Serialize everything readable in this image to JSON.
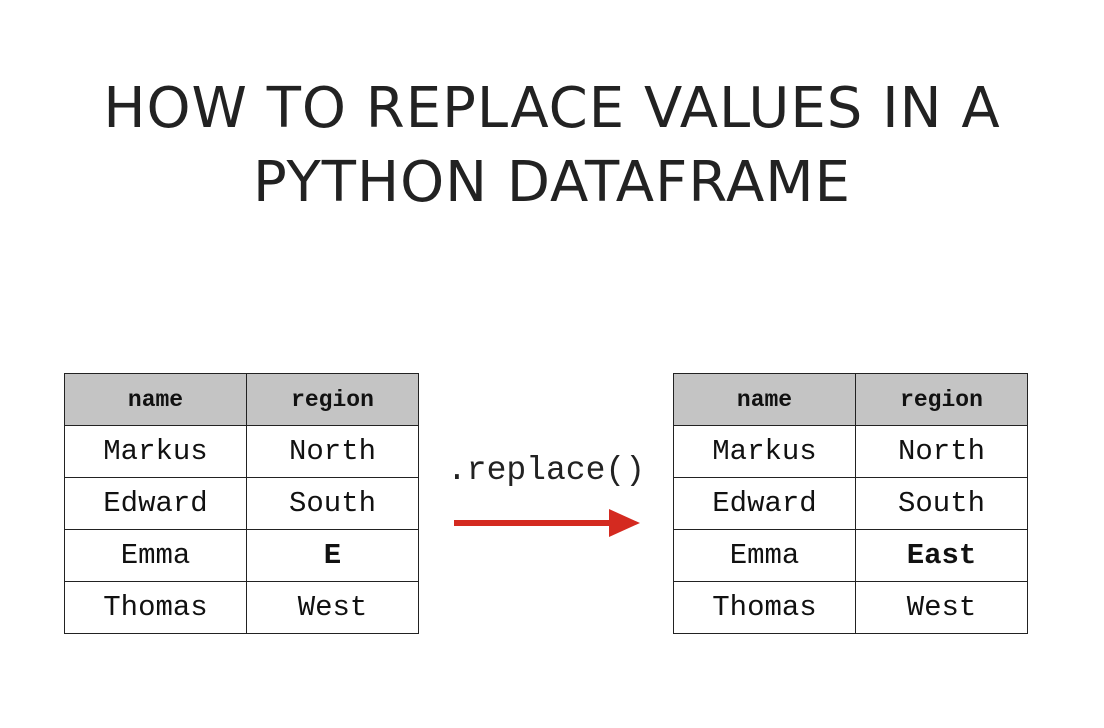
{
  "title": {
    "line1": "HOW TO REPLACE VALUES IN A",
    "line2": "PYTHON DATAFRAME"
  },
  "before_table": {
    "headers": [
      "name",
      "region"
    ],
    "rows": [
      [
        "Markus",
        "North"
      ],
      [
        "Edward",
        "South"
      ],
      [
        "Emma",
        "E"
      ],
      [
        "Thomas",
        "West"
      ]
    ]
  },
  "operation": {
    "label": ".replace()",
    "arrow_icon": "arrow-right-icon",
    "arrow_color": "#d42a20"
  },
  "after_table": {
    "headers": [
      "name",
      "region"
    ],
    "rows": [
      [
        "Markus",
        "North"
      ],
      [
        "Edward",
        "South"
      ],
      [
        "Emma",
        "East"
      ],
      [
        "Thomas",
        "West"
      ]
    ]
  },
  "colors": {
    "header_fill": "#c4c4c4",
    "text": "#222222"
  }
}
